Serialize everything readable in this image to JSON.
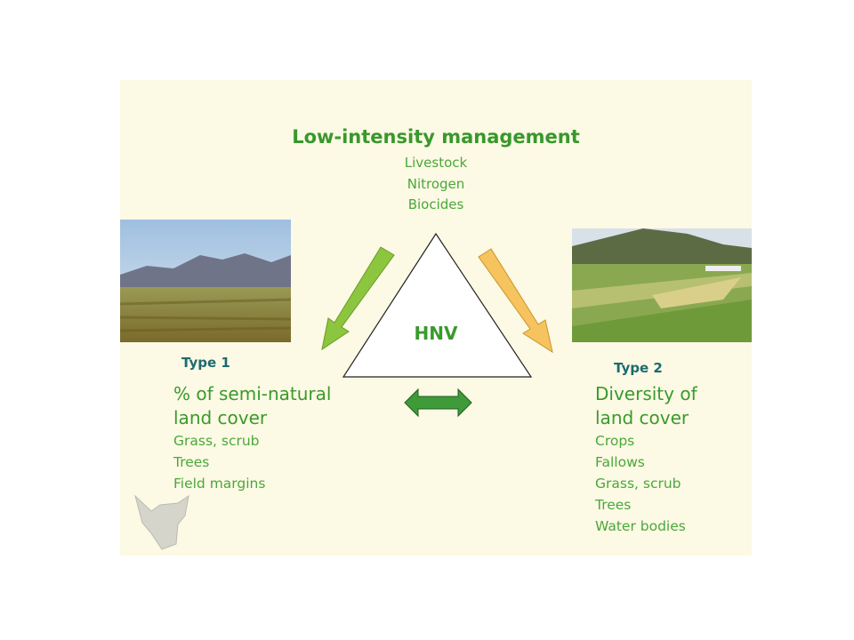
{
  "top": {
    "title": "Low-intensity management",
    "items": [
      "Livestock",
      "Nitrogen",
      "Biocides"
    ]
  },
  "center": {
    "label": "HNV"
  },
  "left": {
    "type_label": "Type 1",
    "heading": [
      "% of semi-natural",
      "land cover"
    ],
    "items": [
      "Grass, scrub",
      "Trees",
      "Field margins"
    ]
  },
  "right": {
    "type_label": "Type 2",
    "heading": [
      "Diversity of",
      "land cover"
    ],
    "items": [
      "Crops",
      "Fallows",
      "Grass, scrub",
      "Trees",
      "Water bodies"
    ]
  },
  "colors": {
    "background": "#fcf9e4",
    "green_text": "#3a9a2c",
    "teal_text": "#1c6b70",
    "left_arrow": "#8cc63f",
    "right_arrow": "#f7c35f",
    "double_arrow": "#3f9a3a"
  }
}
